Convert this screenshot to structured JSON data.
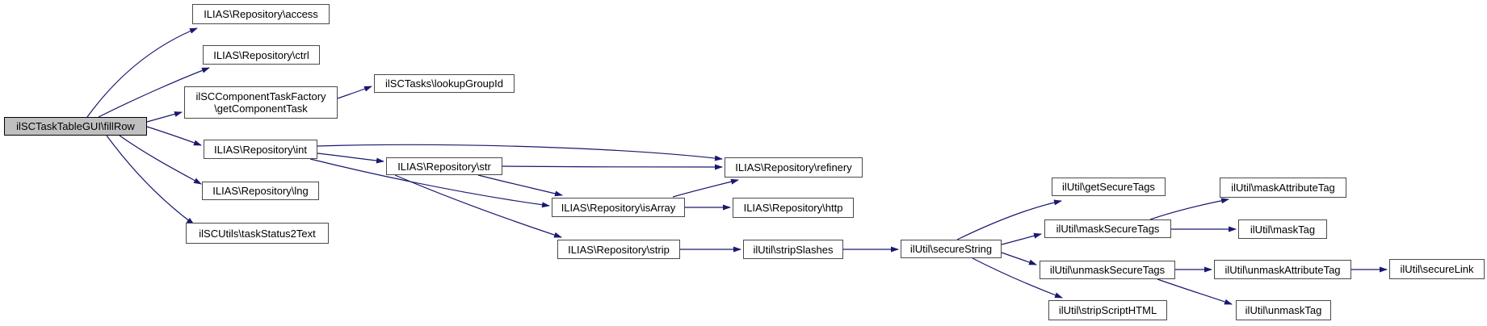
{
  "diagram": {
    "kind": "doxygen-call-graph",
    "root_function": "ilSCTaskTableGUI\\fillRow"
  },
  "colors": {
    "background": "#ffffff",
    "edge": "#191970",
    "node_fill": "#ffffff",
    "node_border": "#4a4a4a",
    "root_fill": "#bfbfbf",
    "root_border": "#000000",
    "text": "#000000"
  },
  "nodes": [
    {
      "id": "fillRow",
      "label": "ilSCTaskTableGUI\\fillRow",
      "root": true
    },
    {
      "id": "access",
      "label": "ILIAS\\Repository\\access"
    },
    {
      "id": "ctrl",
      "label": "ILIAS\\Repository\\ctrl"
    },
    {
      "id": "getComponentTask",
      "label": "ilSCComponentTaskFactory\n\\getComponentTask"
    },
    {
      "id": "lookupGroupId",
      "label": "ilSCTasks\\lookupGroupId"
    },
    {
      "id": "int",
      "label": "ILIAS\\Repository\\int"
    },
    {
      "id": "lng",
      "label": "ILIAS\\Repository\\lng"
    },
    {
      "id": "taskStatus2Text",
      "label": "ilSCUtils\\taskStatus2Text"
    },
    {
      "id": "str",
      "label": "ILIAS\\Repository\\str"
    },
    {
      "id": "isArray",
      "label": "ILIAS\\Repository\\isArray"
    },
    {
      "id": "strip",
      "label": "ILIAS\\Repository\\strip"
    },
    {
      "id": "refinery",
      "label": "ILIAS\\Repository\\refinery"
    },
    {
      "id": "http",
      "label": "ILIAS\\Repository\\http"
    },
    {
      "id": "stripSlashes",
      "label": "ilUtil\\stripSlashes"
    },
    {
      "id": "secureString",
      "label": "ilUtil\\secureString"
    },
    {
      "id": "getSecureTags",
      "label": "ilUtil\\getSecureTags"
    },
    {
      "id": "maskSecureTags",
      "label": "ilUtil\\maskSecureTags"
    },
    {
      "id": "unmaskSecureTags",
      "label": "ilUtil\\unmaskSecureTags"
    },
    {
      "id": "stripScriptHTML",
      "label": "ilUtil\\stripScriptHTML"
    },
    {
      "id": "maskAttributeTag",
      "label": "ilUtil\\maskAttributeTag"
    },
    {
      "id": "maskTag",
      "label": "ilUtil\\maskTag"
    },
    {
      "id": "unmaskAttributeTag",
      "label": "ilUtil\\unmaskAttributeTag"
    },
    {
      "id": "unmaskTag",
      "label": "ilUtil\\unmaskTag"
    },
    {
      "id": "secureLink",
      "label": "ilUtil\\secureLink"
    }
  ],
  "edges": [
    {
      "from": "fillRow",
      "to": "access"
    },
    {
      "from": "fillRow",
      "to": "ctrl"
    },
    {
      "from": "fillRow",
      "to": "getComponentTask"
    },
    {
      "from": "fillRow",
      "to": "int"
    },
    {
      "from": "fillRow",
      "to": "lng"
    },
    {
      "from": "fillRow",
      "to": "taskStatus2Text"
    },
    {
      "from": "getComponentTask",
      "to": "lookupGroupId"
    },
    {
      "from": "int",
      "to": "str"
    },
    {
      "from": "int",
      "to": "refinery"
    },
    {
      "from": "int",
      "to": "isArray"
    },
    {
      "from": "str",
      "to": "refinery"
    },
    {
      "from": "str",
      "to": "isArray"
    },
    {
      "from": "str",
      "to": "strip"
    },
    {
      "from": "isArray",
      "to": "refinery"
    },
    {
      "from": "isArray",
      "to": "http"
    },
    {
      "from": "strip",
      "to": "stripSlashes"
    },
    {
      "from": "stripSlashes",
      "to": "secureString"
    },
    {
      "from": "secureString",
      "to": "getSecureTags"
    },
    {
      "from": "secureString",
      "to": "maskSecureTags"
    },
    {
      "from": "secureString",
      "to": "unmaskSecureTags"
    },
    {
      "from": "secureString",
      "to": "stripScriptHTML"
    },
    {
      "from": "maskSecureTags",
      "to": "maskAttributeTag"
    },
    {
      "from": "maskSecureTags",
      "to": "maskTag"
    },
    {
      "from": "unmaskSecureTags",
      "to": "unmaskAttributeTag"
    },
    {
      "from": "unmaskSecureTags",
      "to": "unmaskTag"
    },
    {
      "from": "unmaskAttributeTag",
      "to": "secureLink"
    }
  ]
}
